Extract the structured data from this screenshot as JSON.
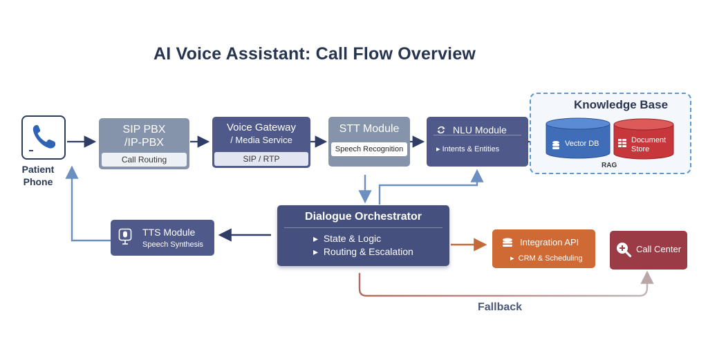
{
  "title": "AI Voice Assistant: Call Flow Overview",
  "nodes": {
    "patient_phone": {
      "label_line1": "Patient",
      "label_line2": "Phone"
    },
    "sip_pbx": {
      "title_line1": "SIP PBX",
      "title_line2": "/IP-PBX",
      "sub": "Call Routing"
    },
    "voice_gateway": {
      "title_line1": "Voice Gateway",
      "title_line2": "/ Media Service",
      "sub": "SIP / RTP"
    },
    "stt": {
      "title": "STT Module",
      "sub": "Speech Recognition"
    },
    "nlu": {
      "title": "NLU Module",
      "sub": "Intents & Entities"
    },
    "knowledge_base": {
      "title": "Knowledge Base",
      "vector_db": "Vector DB",
      "document_store_line1": "Document",
      "document_store_line2": "Store",
      "rag": "RAG"
    },
    "orchestrator": {
      "title": "Dialogue Orchestrator",
      "item1": "State & Logic",
      "item2": "Routing & Escalation"
    },
    "tts": {
      "title": "TTS Module",
      "sub": "Speech Synthesis"
    },
    "integration_api": {
      "title": "Integration API",
      "sub": "CRM & Scheduling"
    },
    "call_center": {
      "title": "Call Center"
    }
  },
  "edges": {
    "fallback_label": "Fallback"
  },
  "colors": {
    "title_text": "#27344f",
    "slate_box": "#8593ab",
    "indigo_box": "#4f5a8a",
    "orchestrator": "#45507f",
    "integration": "#cf6a34",
    "call_center": "#9a3b45",
    "vector_db": "#3f6db8",
    "document_store": "#c6363a",
    "kb_border": "#5a98cf",
    "arrow_dark": "#2f3d66",
    "arrow_blue": "#6a8fc0",
    "arrow_orange": "#c46a3a",
    "fallback_line": "#b47a72"
  },
  "icons": [
    "phone-icon",
    "sync-icon",
    "database-icon",
    "document-icon",
    "microphone-icon",
    "search-icon"
  ]
}
